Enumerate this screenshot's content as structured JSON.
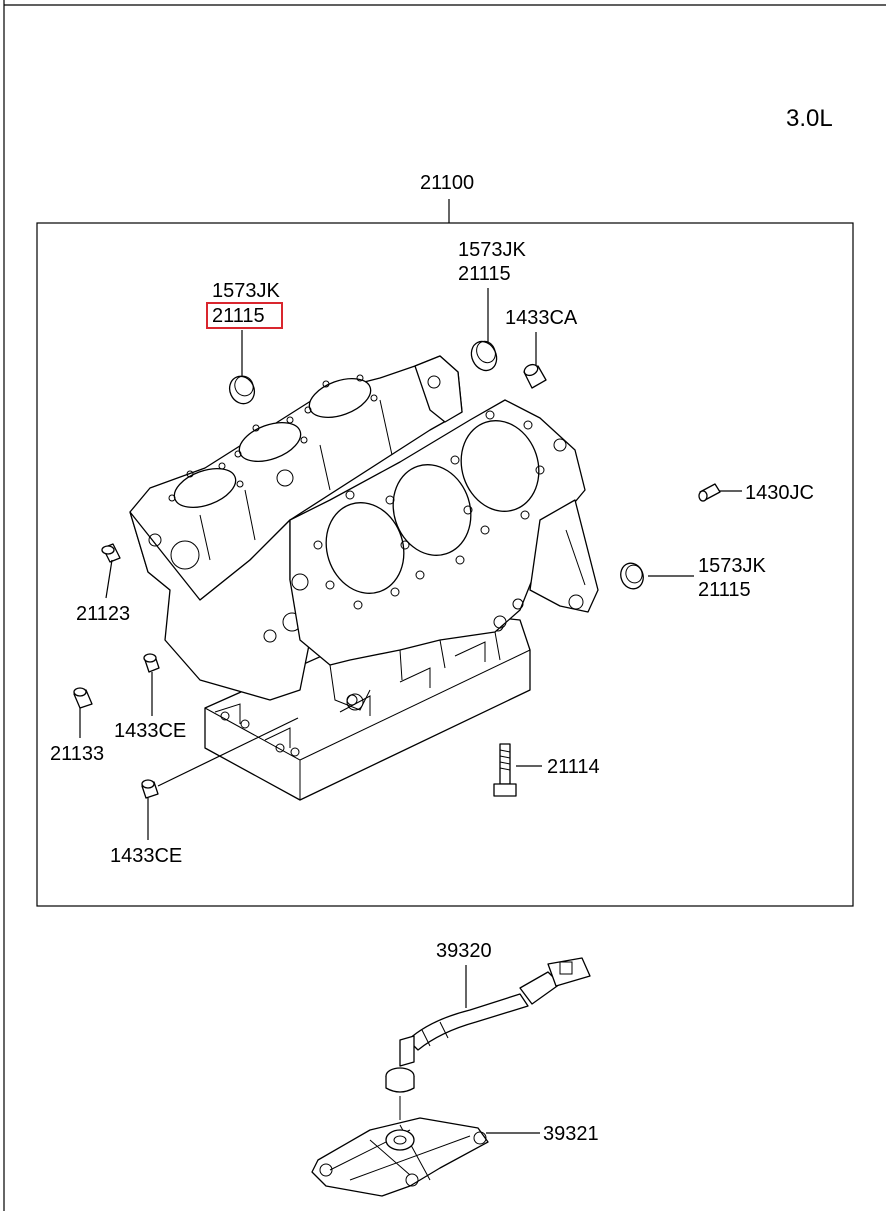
{
  "engine_label": "3.0L",
  "assembly": {
    "number": "21100"
  },
  "callouts": {
    "plug_left_top": "1573JK",
    "plug_left_bottom": "21115",
    "plug_mid_top": "1573JK",
    "plug_mid_bottom": "21115",
    "bolt_1433ca": "1433CA",
    "pin_1430jc": "1430JC",
    "plug_right_top": "1573JK",
    "plug_right_bottom": "21115",
    "plug_21123": "21123",
    "pin_1433ce_upper": "1433CE",
    "plug_21133": "21133",
    "bolt_21114": "21114",
    "pin_1433ce_lower": "1433CE",
    "knock_sensor": "39320",
    "bracket": "39321"
  },
  "highlight": {
    "part": "21115",
    "color": "#d9262e"
  },
  "colors": {
    "line": "#000000",
    "background": "#ffffff"
  }
}
